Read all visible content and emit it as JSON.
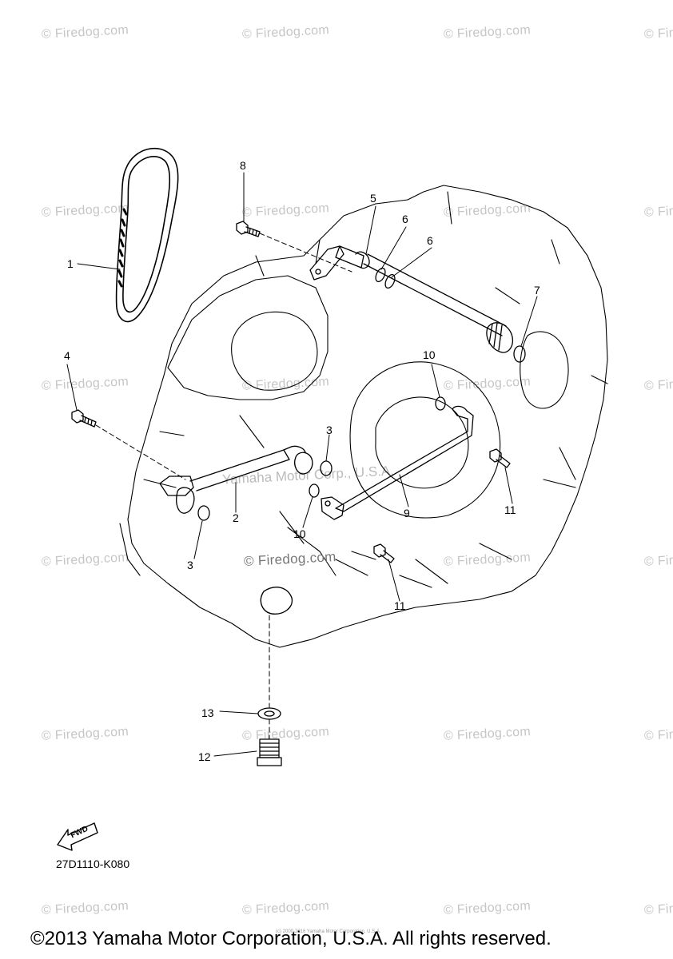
{
  "watermark_text": "© Firedog.com",
  "center_watermark": "© Firedog.com",
  "corp_watermark": "Yamaha Motor Corp., U.S.A.",
  "callouts": {
    "c1": "1",
    "c2": "2",
    "c3a": "3",
    "c3b": "3",
    "c4": "4",
    "c5": "5",
    "c6a": "6",
    "c6b": "6",
    "c7": "7",
    "c8": "8",
    "c9": "9",
    "c10a": "10",
    "c10b": "10",
    "c11a": "11",
    "c11b": "11",
    "c12": "12",
    "c13": "13"
  },
  "fwd_label": "FWD",
  "diagram_ref": "27D1110-K080",
  "copyright": "©2013 Yamaha Motor Corporation, U.S.A. All rights reserved.",
  "fine_print": "(c) 2000-2016 Yamaha Motor Corporation, U.S.A."
}
